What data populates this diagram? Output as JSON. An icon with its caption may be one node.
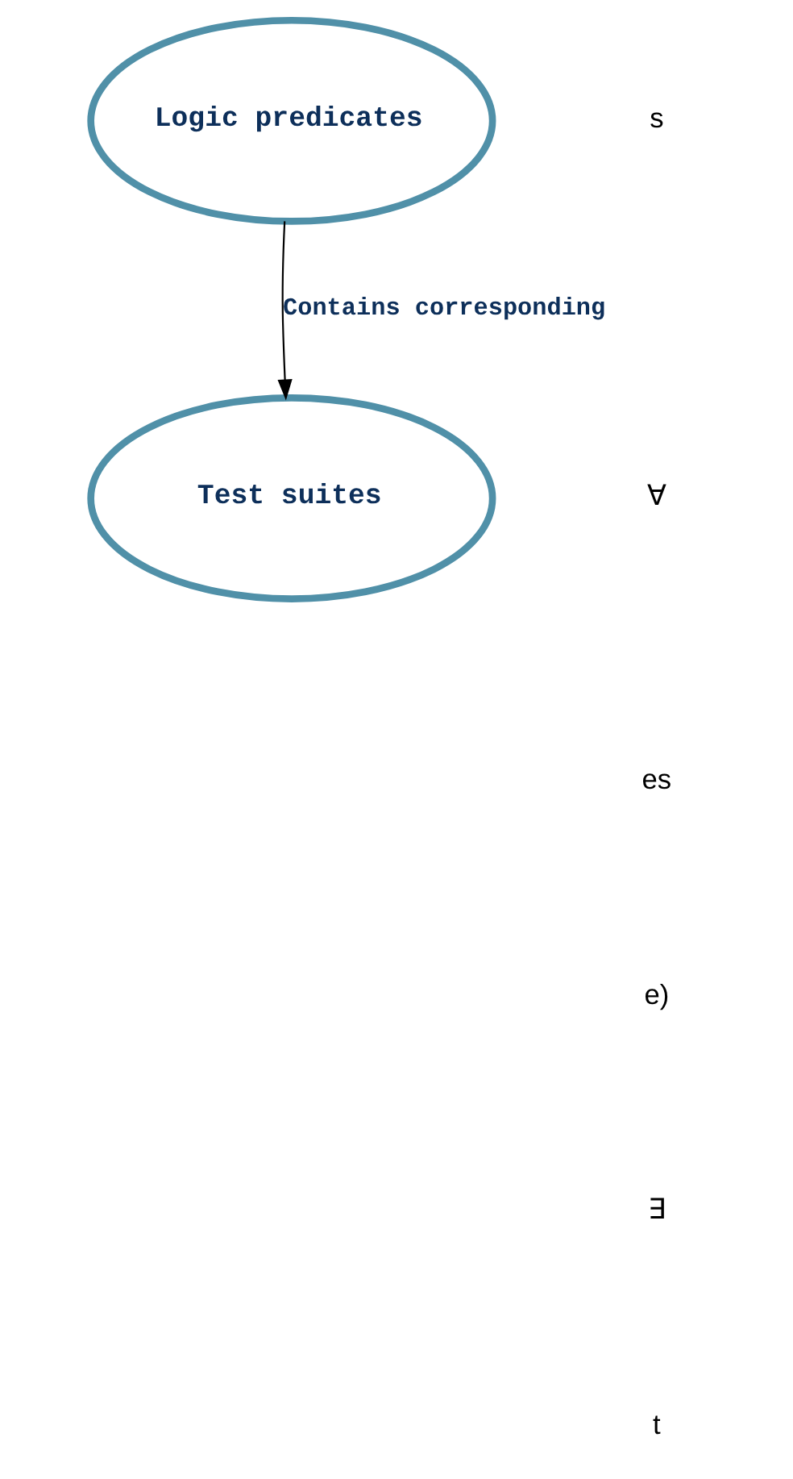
{
  "diagram": {
    "nodes": [
      {
        "text": [
          "Logic predicates"
        ]
      },
      {
        "text": [
          "Test suites"
        ]
      }
    ],
    "edges": [
      {
        "from": 0,
        "to": 1,
        "arrow": "to",
        "label": "Contains corresponding"
      }
    ],
    "labels": [
      "s",
      "∀",
      "es",
      "e)",
      "∃",
      "t"
    ]
  }
}
